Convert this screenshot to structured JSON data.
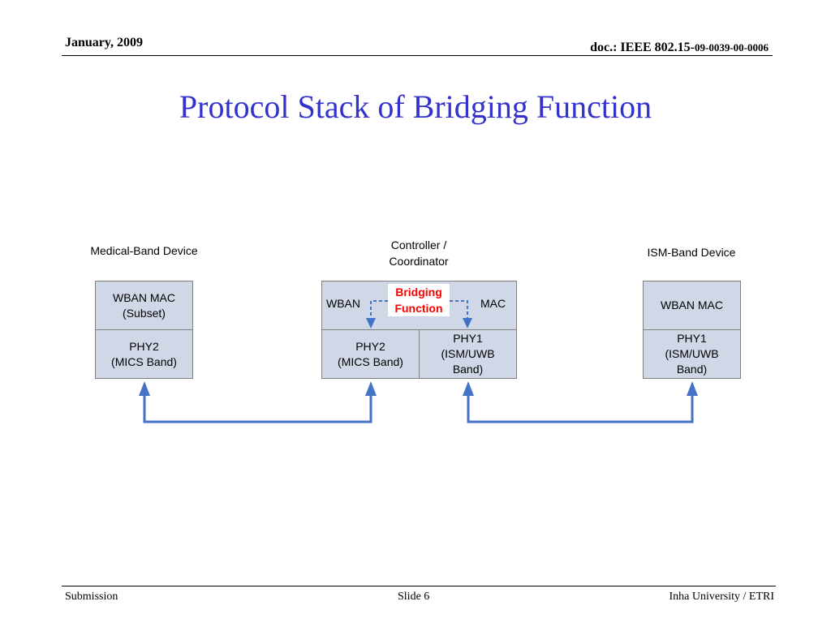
{
  "header": {
    "date": "January, 2009",
    "doc_prefix": "doc.: IEEE 802.15-",
    "doc_number": "09-0039-00-0006"
  },
  "title": "Protocol Stack of Bridging Function",
  "devices": {
    "medical": {
      "label": "Medical-Band Device",
      "mac": "WBAN MAC\n(Subset)",
      "phy": "PHY2\n(MICS Band)"
    },
    "controller": {
      "label": "Controller /\nCoordinator",
      "mac_left": "WBAN",
      "mac_right": "MAC",
      "bridging": "Bridging\nFunction",
      "phy_left": "PHY2\n(MICS Band)",
      "phy_right": "PHY1\n(ISM/UWB\nBand)"
    },
    "ism": {
      "label": "ISM-Band Device",
      "mac": "WBAN MAC",
      "phy": "PHY1\n(ISM/UWB\nBand)"
    }
  },
  "footer": {
    "left": "Submission",
    "center": "Slide 6",
    "right": "Inha University / ETRI"
  },
  "colors": {
    "title": "#3333cc",
    "box_fill": "#d0d8e8",
    "arrow": "#4472c4",
    "bridging_text": "#ff0000"
  }
}
